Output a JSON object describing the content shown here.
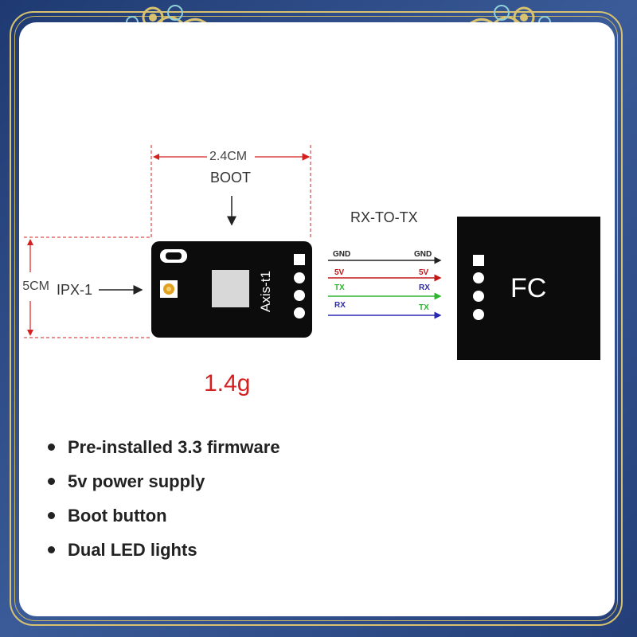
{
  "dimensions": {
    "width_label": "2.4CM",
    "height_label": "5CM"
  },
  "labels": {
    "boot": "BOOT",
    "antenna": "IPX-1",
    "connection": "RX-TO-TX",
    "weight": "1.4g"
  },
  "receiver": {
    "name": "Axis-t1"
  },
  "flight_controller": {
    "name": "FC"
  },
  "wires": [
    {
      "left": "GND",
      "right": "GND",
      "color": "#222222"
    },
    {
      "left": "5V",
      "right": "5V",
      "color": "#c01818"
    },
    {
      "left": "TX",
      "right": "RX",
      "color": "#2fb52f"
    },
    {
      "left": "RX",
      "right": "TX",
      "color": "#2a2ab0"
    }
  ],
  "features": [
    "Pre-installed 3.3 firmware",
    "5v power supply",
    "Boot button",
    "Dual LED lights"
  ],
  "colors": {
    "frame": "#2e4a82",
    "gold": "#d8c270",
    "dimension_red": "#d62020"
  }
}
